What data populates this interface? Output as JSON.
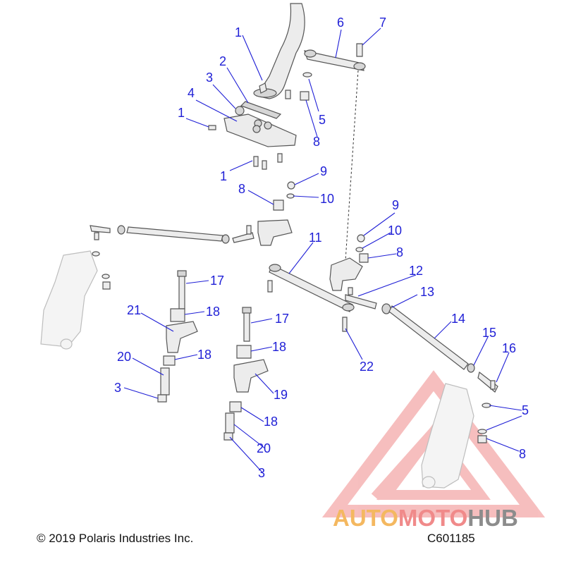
{
  "diagram": {
    "callouts": [
      {
        "id": "c1a",
        "text": "1"
      },
      {
        "id": "c2",
        "text": "2"
      },
      {
        "id": "c3a",
        "text": "3"
      },
      {
        "id": "c4",
        "text": "4"
      },
      {
        "id": "c1b",
        "text": "1"
      },
      {
        "id": "c1c",
        "text": "1"
      },
      {
        "id": "c6",
        "text": "6"
      },
      {
        "id": "c7",
        "text": "7"
      },
      {
        "id": "c5a",
        "text": "5"
      },
      {
        "id": "c8a",
        "text": "8"
      },
      {
        "id": "c9a",
        "text": "9"
      },
      {
        "id": "c8b",
        "text": "8"
      },
      {
        "id": "c10a",
        "text": "10"
      },
      {
        "id": "c9b",
        "text": "9"
      },
      {
        "id": "c10b",
        "text": "10"
      },
      {
        "id": "c8c",
        "text": "8"
      },
      {
        "id": "c11",
        "text": "11"
      },
      {
        "id": "c12",
        "text": "12"
      },
      {
        "id": "c13",
        "text": "13"
      },
      {
        "id": "c14",
        "text": "14"
      },
      {
        "id": "c15",
        "text": "15"
      },
      {
        "id": "c16",
        "text": "16"
      },
      {
        "id": "c5b",
        "text": "5"
      },
      {
        "id": "c8d",
        "text": "8"
      },
      {
        "id": "c17a",
        "text": "17"
      },
      {
        "id": "c21",
        "text": "21"
      },
      {
        "id": "c18a",
        "text": "18"
      },
      {
        "id": "c18b",
        "text": "18"
      },
      {
        "id": "c20a",
        "text": "20"
      },
      {
        "id": "c3b",
        "text": "3"
      },
      {
        "id": "c17b",
        "text": "17"
      },
      {
        "id": "c18c",
        "text": "18"
      },
      {
        "id": "c19",
        "text": "19"
      },
      {
        "id": "c18d",
        "text": "18"
      },
      {
        "id": "c20b",
        "text": "20"
      },
      {
        "id": "c3c",
        "text": "3"
      },
      {
        "id": "c22",
        "text": "22"
      }
    ]
  },
  "footer": {
    "copyright": "© 2019 Polaris Industries Inc.",
    "code": "C601185"
  },
  "watermark": {
    "part1": "AUTO",
    "part2": "MOTO",
    "part3": "HUB"
  },
  "colors": {
    "callout": "#1f1fd6",
    "watermark_red": "#f08a8a",
    "watermark_orange": "#f4b860",
    "watermark_gray": "#8c8c8c"
  }
}
